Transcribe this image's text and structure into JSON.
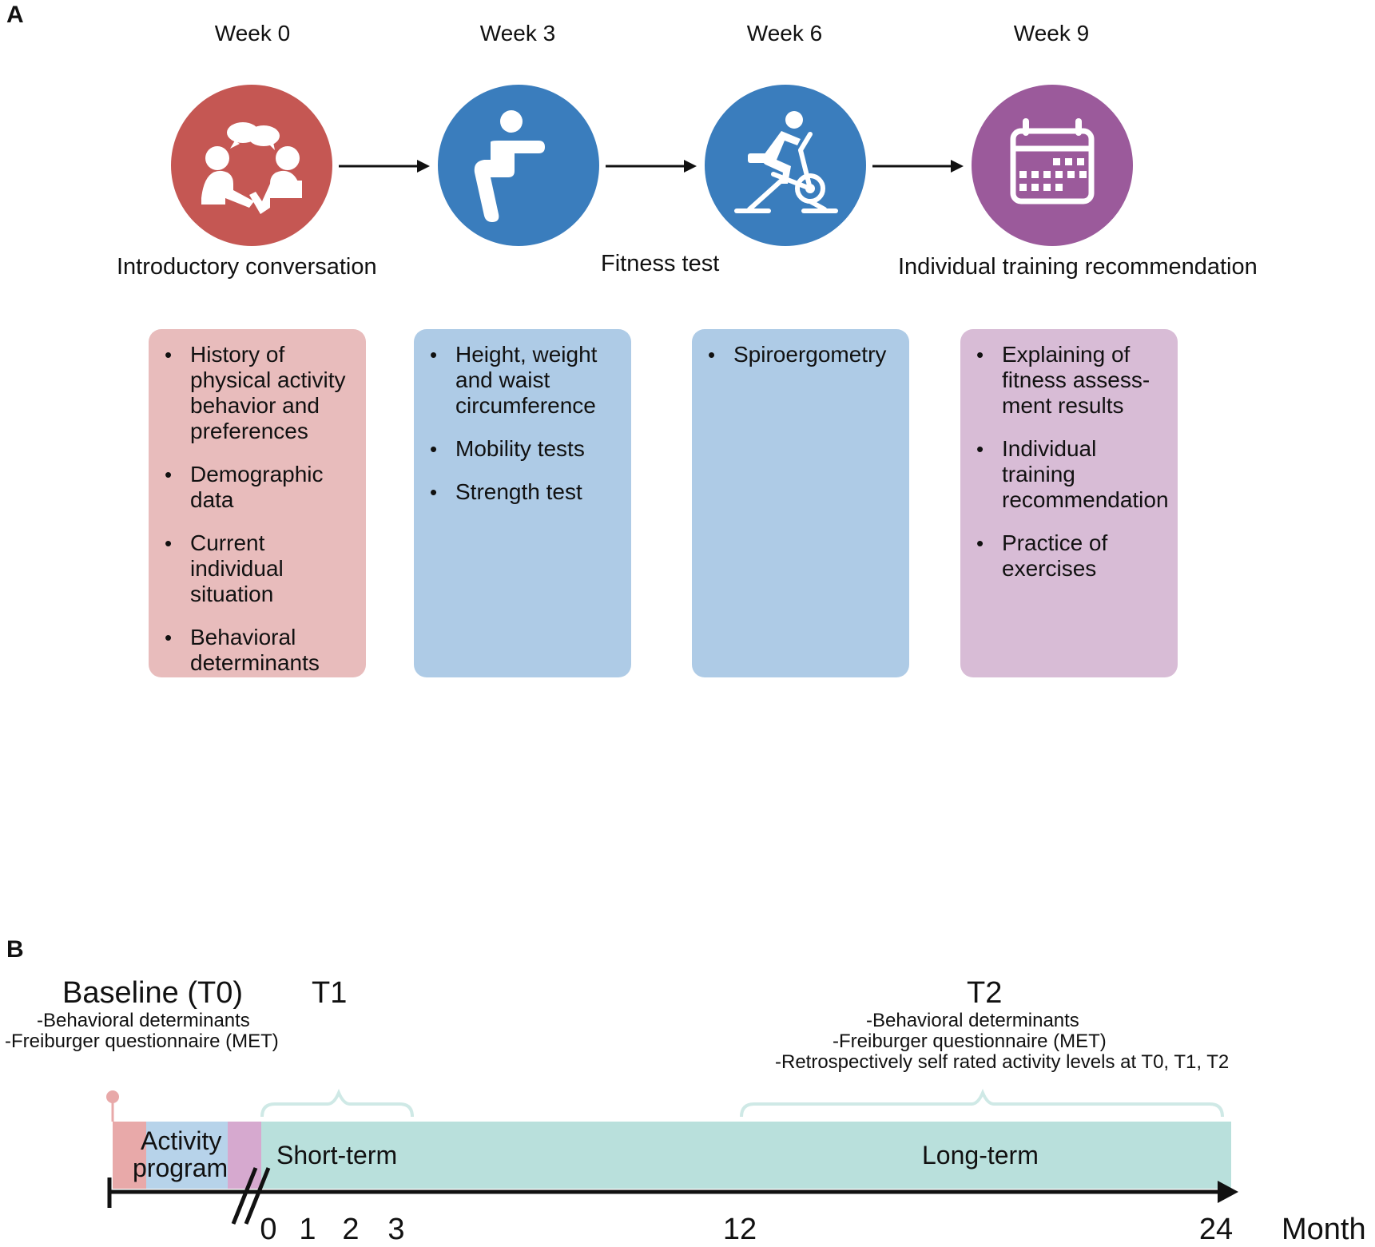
{
  "panel_a": {
    "letter": "A",
    "weeks": [
      "Week 0",
      "Week 3",
      "Week 6",
      "Week 9"
    ],
    "steps": [
      {
        "label": "Introductory conversation",
        "color": "#c55753",
        "icon": "conversation-icon"
      },
      {
        "label": "",
        "color": "#3a7dbd",
        "icon": "squat-person-icon"
      },
      {
        "label": "Fitness test",
        "color": "#3a7dbd",
        "icon": "exercise-bike-icon"
      },
      {
        "label": "Individual training recommendation",
        "color": "#9b5a9b",
        "icon": "calendar-icon"
      }
    ],
    "boxes": [
      {
        "color": "#e8bcbc",
        "items": [
          "History of physical activity behavior and preferences",
          "Demographic data",
          "Current individual situation",
          "Behavioral determinants"
        ]
      },
      {
        "color": "#aecbe6",
        "items": [
          "Height, weight and waist circumference",
          "Mobility tests",
          "Strength test"
        ]
      },
      {
        "color": "#aecbe6",
        "items": [
          "Spiroergometry"
        ]
      },
      {
        "color": "#d8bcd6",
        "items": [
          "Explaining of fitness assess-ment results",
          "Individual training recommendation",
          "Practice of exercises"
        ]
      }
    ]
  },
  "panel_b": {
    "letter": "B",
    "baseline_title": "Baseline (T0)",
    "baseline_items": [
      "-Behavioral determinants",
      "-Freiburger questionnaire (MET)"
    ],
    "t1_title": "T1",
    "t2_title": "T2",
    "t2_items": [
      "-Behavioral determinants",
      "-Freiburger questionnaire (MET)",
      "-Retrospectively self rated activity levels at T0, T1, T2"
    ],
    "activity_label_1": "Activity",
    "activity_label_2": "program",
    "short_term": "Short-term",
    "long_term": "Long-term",
    "ticks": [
      "0",
      "1",
      "2",
      "3",
      "12",
      "24"
    ],
    "axis_label": "Month",
    "colors": {
      "segment_red": "#e8a9a9",
      "segment_blue": "#b7d3ea",
      "segment_purple": "#d6a9cf",
      "timeline": "#b9e0dc",
      "brace": "#cfe9e6"
    }
  }
}
